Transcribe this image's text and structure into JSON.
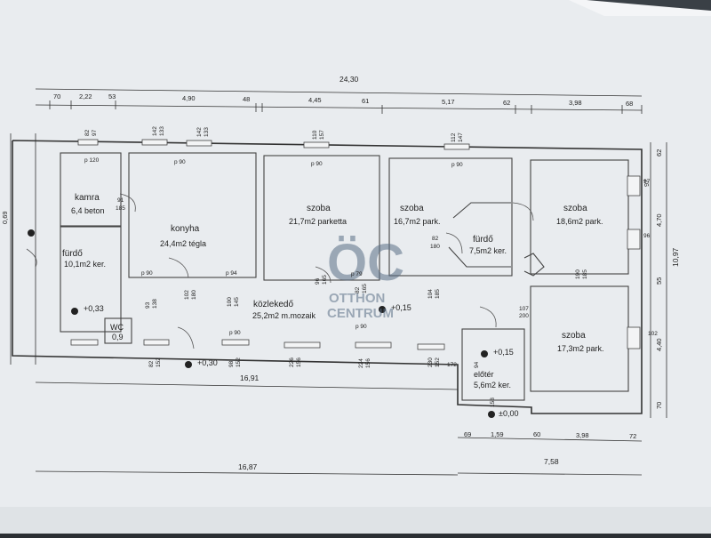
{
  "dimensions": {
    "overall_top": "24,30",
    "top": [
      "70",
      "2,22",
      "53",
      "4,90",
      "48",
      "4,45",
      "61",
      "5,17",
      "62",
      "3,98",
      "68"
    ],
    "right": [
      "62",
      "97",
      "4,70",
      "55",
      "10,97",
      "4,40",
      "70"
    ],
    "left_height": "0,69",
    "bottom_inner_left": "16,91",
    "bottom_inner_right": [
      "69",
      "1,59",
      "60",
      "3,98",
      "72"
    ],
    "bottom_outer_left": "16,87",
    "bottom_outer_right": "7,58"
  },
  "rooms": {
    "kamra": {
      "name": "kamra",
      "detail": "6,4 beton"
    },
    "furdo1": {
      "name": "fürdő",
      "detail": "10,1m2 ker."
    },
    "konyha": {
      "name": "konyha",
      "detail": "24,4m2 tégla"
    },
    "szoba1": {
      "name": "szoba",
      "detail": "21,7m2 parketta"
    },
    "szoba2": {
      "name": "szoba",
      "detail": "16,7m2 park."
    },
    "furdo2": {
      "name": "fürdő",
      "detail": "7,5m2 ker."
    },
    "szoba3": {
      "name": "szoba",
      "detail": "18,6m2 park."
    },
    "kozlekedo": {
      "name": "közlekedő",
      "detail": "25,2m2 m.mozaik"
    },
    "wc": {
      "name": "WC",
      "detail": "0,9"
    },
    "szoba4": {
      "name": "szoba",
      "detail": "17,3m2 park."
    },
    "eloter": {
      "name": "előtér",
      "detail": "5,6m2 ker."
    }
  },
  "levels": {
    "l1": "+0,33",
    "l2": "+0,30",
    "l3": "+0,15",
    "l4": "+0,15",
    "l5": "±0,00"
  },
  "openings": {
    "p120": "p 120",
    "p90a": "p 90",
    "p90b": "p 90",
    "p90c": "p 90",
    "p94": "p 94",
    "p79": "p 79",
    "p90e": "p 90",
    "p90f": "p 90",
    "p90g": "p 90",
    "p90h": "p 90",
    "w1a": "82",
    "w1b": "97",
    "w2a": "142",
    "w2b": "133",
    "w3a": "142",
    "w3b": "133",
    "w4a": "110",
    "w4b": "157",
    "w5a": "112",
    "w5b": "147",
    "d91": "91",
    "d185": "185",
    "d82": "82",
    "d180": "180",
    "d93": "93",
    "d138": "138",
    "d102": "102",
    "d180b": "180",
    "d100": "100",
    "d145": "145",
    "d96": "96",
    "d165": "165",
    "d82b": "82",
    "d165b": "165",
    "d104": "104",
    "d185b": "185",
    "d190": "190",
    "d185c": "185",
    "d107": "107",
    "d200": "200",
    "r97": "97",
    "r96": "96",
    "r102": "102",
    "b82": "82",
    "b152": "152",
    "b98": "98",
    "b152b": "152",
    "b226": "226",
    "b156": "156",
    "b224": "224",
    "b156b": "156",
    "b230": "230",
    "b152c": "152",
    "b172": "172",
    "b94": "94",
    "b158": "158"
  },
  "watermark": {
    "logo": "ÖC",
    "line1": "OTTHON",
    "line2": "CENTRUM"
  }
}
